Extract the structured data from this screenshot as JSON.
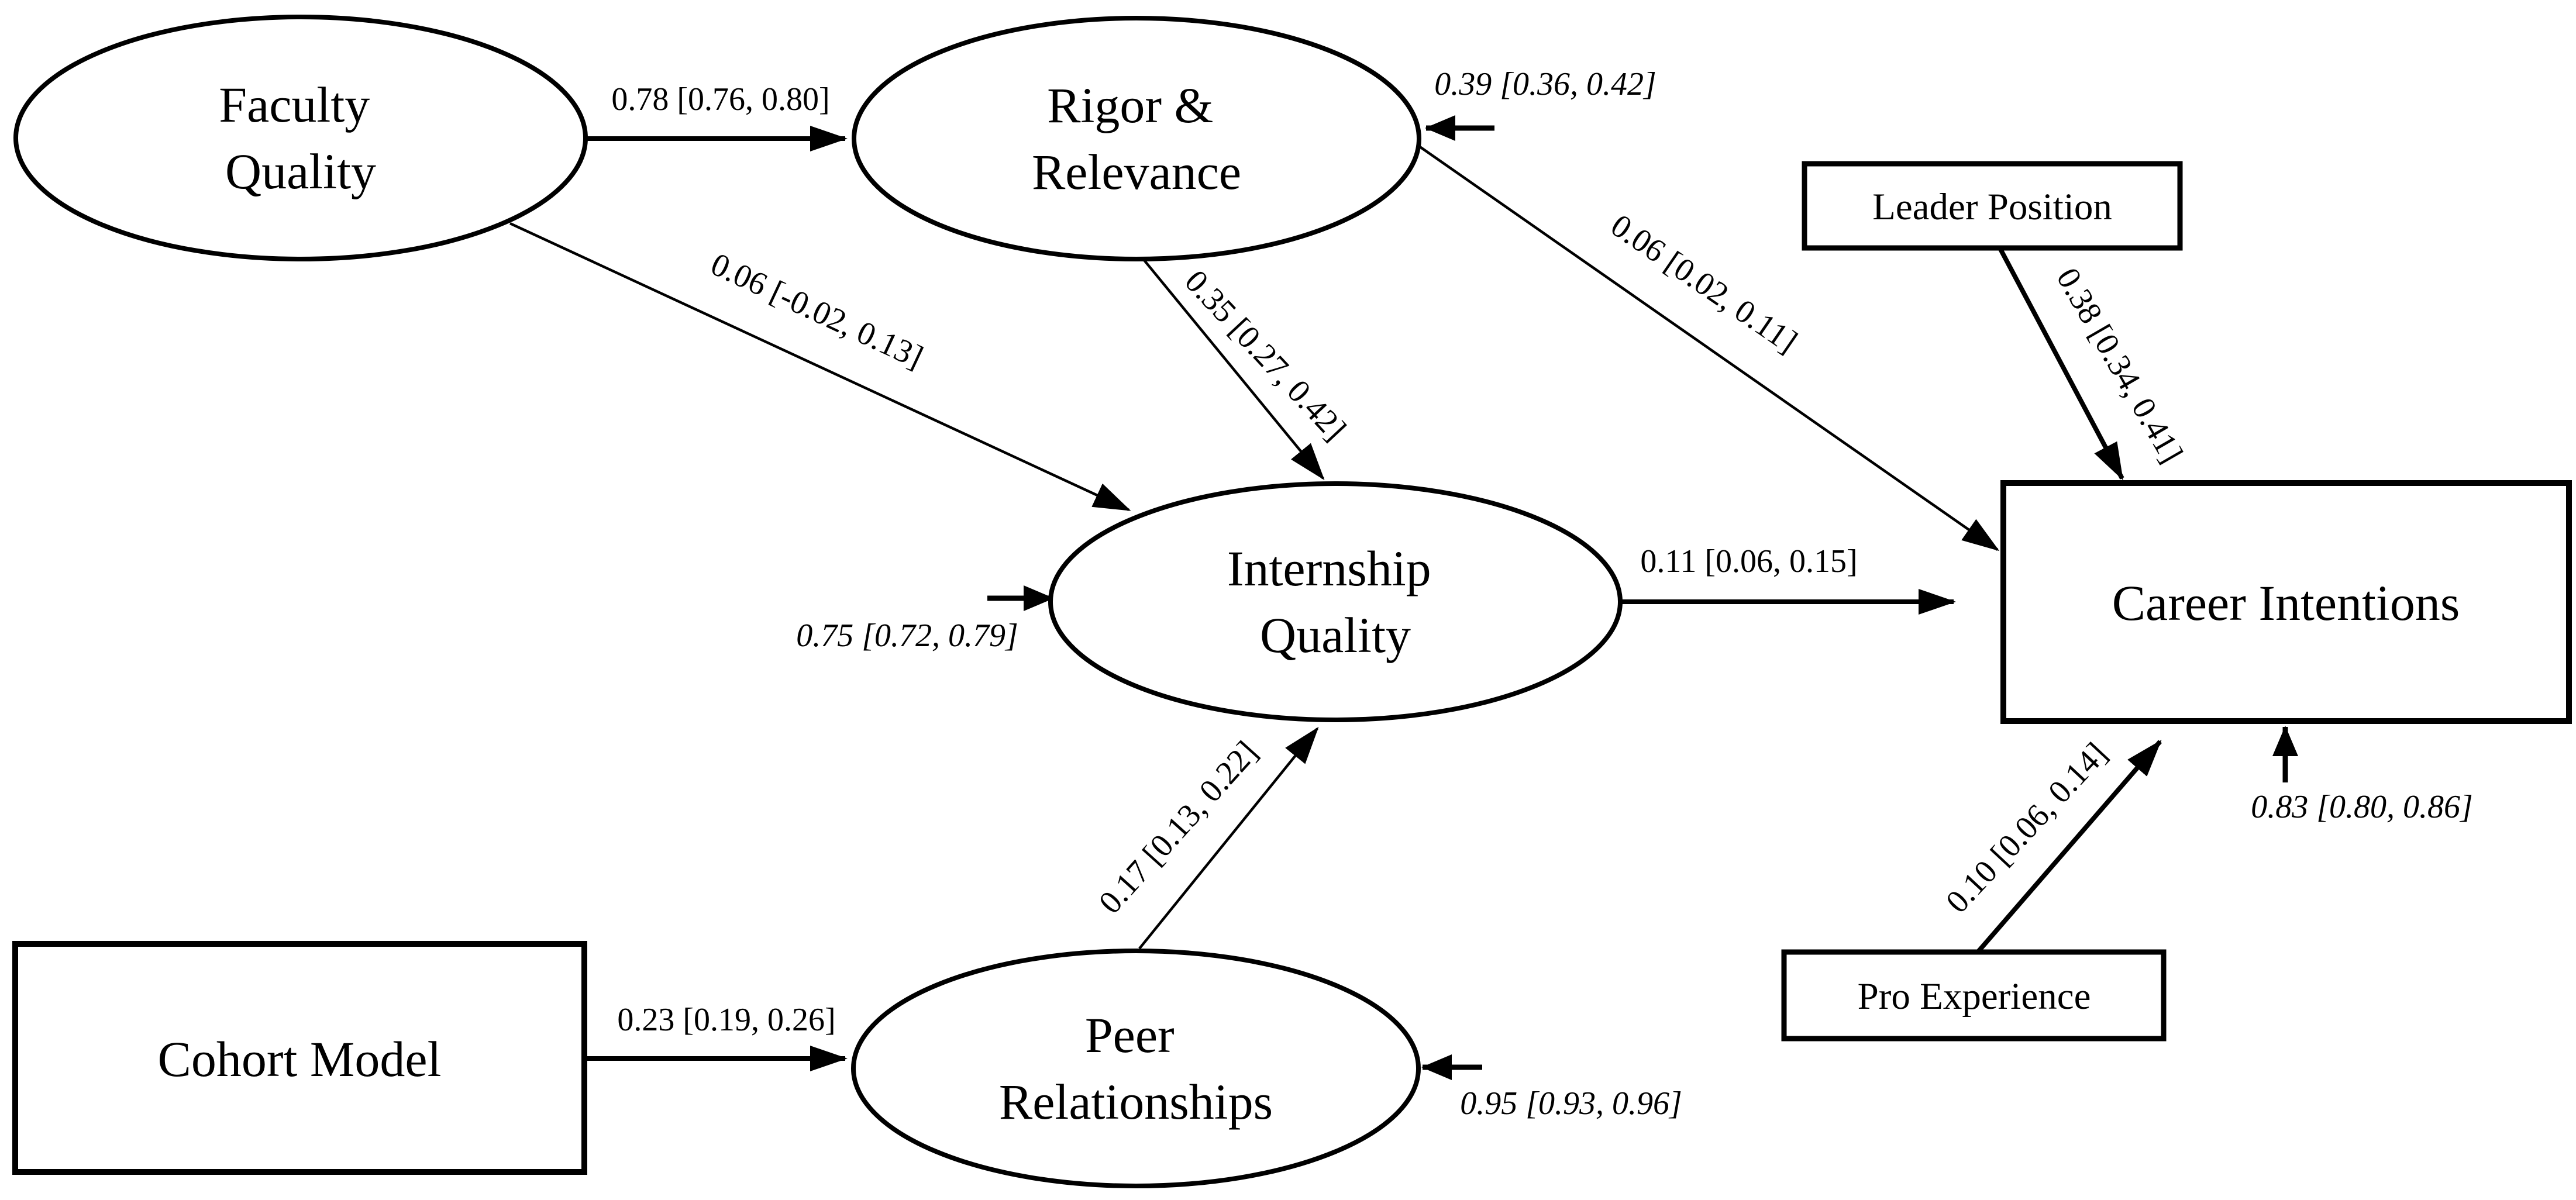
{
  "diagram": {
    "type": "structural-equation-model-path-diagram",
    "background_color": "#ffffff",
    "line_color": "#000000",
    "nodes": {
      "faculty_quality": {
        "shape": "ellipse",
        "line1": "Faculty",
        "line2": "Quality"
      },
      "rigor_relevance": {
        "shape": "ellipse",
        "line1": "Rigor &",
        "line2": "Relevance"
      },
      "internship_quality": {
        "shape": "ellipse",
        "line1": "Internship",
        "line2": "Quality"
      },
      "peer_relationships": {
        "shape": "ellipse",
        "line1": "Peer",
        "line2": "Relationships"
      },
      "cohort_model": {
        "shape": "rect",
        "label": "Cohort Model"
      },
      "leader_position": {
        "shape": "rect",
        "label": "Leader Position"
      },
      "career_intentions": {
        "shape": "rect",
        "label": "Career Intentions"
      },
      "pro_experience": {
        "shape": "rect",
        "label": "Pro Experience"
      }
    },
    "paths": {
      "faculty_to_rigor": {
        "from": "faculty_quality",
        "to": "rigor_relevance",
        "label": "0.78 [0.76, 0.80]"
      },
      "faculty_to_internship": {
        "from": "faculty_quality",
        "to": "internship_quality",
        "label": "0.06 [-0.02, 0.13]"
      },
      "rigor_to_internship": {
        "from": "rigor_relevance",
        "to": "internship_quality",
        "label": "0.35 [0.27, 0.42]"
      },
      "rigor_to_career": {
        "from": "rigor_relevance",
        "to": "career_intentions",
        "label": "0.06 [0.02, 0.11]"
      },
      "internship_to_career": {
        "from": "internship_quality",
        "to": "career_intentions",
        "label": "0.11 [0.06, 0.15]"
      },
      "cohort_to_peer": {
        "from": "cohort_model",
        "to": "peer_relationships",
        "label": "0.23 [0.19, 0.26]"
      },
      "peer_to_internship": {
        "from": "peer_relationships",
        "to": "internship_quality",
        "label": "0.17 [0.13, 0.22]"
      },
      "leader_to_career": {
        "from": "leader_position",
        "to": "career_intentions",
        "label": "0.38 [0.34, 0.41]"
      },
      "pro_to_career": {
        "from": "pro_experience",
        "to": "career_intentions",
        "label": "0.10 [0.06, 0.14]"
      }
    },
    "residuals": {
      "rigor_relevance": {
        "label": "0.39 [0.36, 0.42]"
      },
      "internship_quality": {
        "label": "0.75 [0.72, 0.79]"
      },
      "peer_relationships": {
        "label": "0.95 [0.93, 0.96]"
      },
      "career_intentions": {
        "label": "0.83 [0.80, 0.86]"
      }
    }
  }
}
